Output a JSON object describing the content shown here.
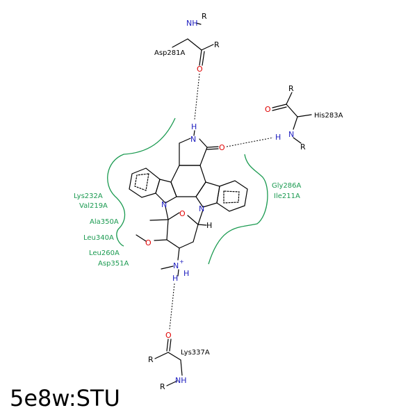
{
  "title": "5e8w:STU",
  "residues": {
    "asp281": "Asp281A",
    "his283": "His283A",
    "lys337": "Lys337A"
  },
  "hydrophobic_contacts": {
    "left": [
      "Lys232A",
      "Val219A",
      "Ala350A",
      "Leu340A",
      "Leu260A",
      "Asp351A"
    ],
    "right": [
      "Gly286A",
      "Ile211A"
    ]
  },
  "atom_labels": {
    "nh": "NH",
    "n": "N",
    "h": "H",
    "o": "O",
    "r": "R",
    "nplus": "N",
    "plus": "+"
  },
  "colors": {
    "carbon": "#000000",
    "nitrogen": "#2020c0",
    "oxygen": "#e00000",
    "contact": "#1a9a50"
  }
}
